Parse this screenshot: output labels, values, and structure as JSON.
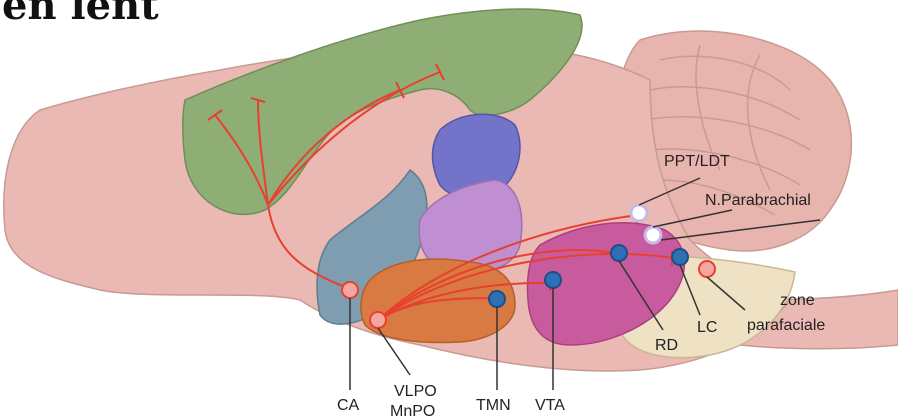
{
  "heading": "en lent",
  "labels": {
    "ca": "CA",
    "vlpo": "VLPO",
    "mnpo": "MnPO",
    "tmn": "TMN",
    "vta": "VTA",
    "rd": "RD",
    "lc": "LC",
    "ppt_ldt": "PPT/LDT",
    "parabrachial": "N.Parabrachial",
    "zone": "zone",
    "parafaciale": "parafaciale"
  },
  "colors": {
    "brain": "#eab9b3",
    "brain_dark": "#dba19b",
    "cortex": "#8fae76",
    "thalamus": "#7373c9",
    "hypothalamus_light": "#c08fd1",
    "blue_region": "#7f9db0",
    "orange_region": "#d97a42",
    "midbrain": "#c85b9d",
    "pons": "#efe2c4",
    "arrow": "#e8402e",
    "node_blue": "#2f6fb4",
    "node_pink": "#f4a6a0",
    "node_white": "#ffffff"
  }
}
